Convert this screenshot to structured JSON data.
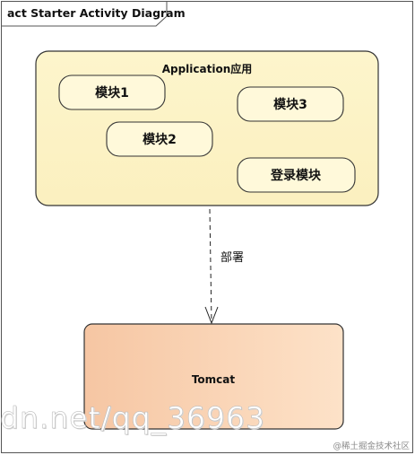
{
  "frame": {
    "title": "act Starter Activity Diagram"
  },
  "application": {
    "label": "Application应用",
    "modules": [
      {
        "label": "模块1"
      },
      {
        "label": "模块2"
      },
      {
        "label": "模块3"
      },
      {
        "label": "登录模块"
      }
    ]
  },
  "dependency": {
    "label": "部署"
  },
  "server": {
    "label": "Tomcat"
  },
  "overlay_text": "dn.net/qq_36963",
  "watermark": "@稀土掘金技术社区",
  "colors": {
    "application_fill": "#fdf6cf",
    "module_fill": "#fff9da",
    "server_fill_start": "#f6c6a3",
    "server_fill_end": "#fde2c8",
    "border": "#333333"
  }
}
